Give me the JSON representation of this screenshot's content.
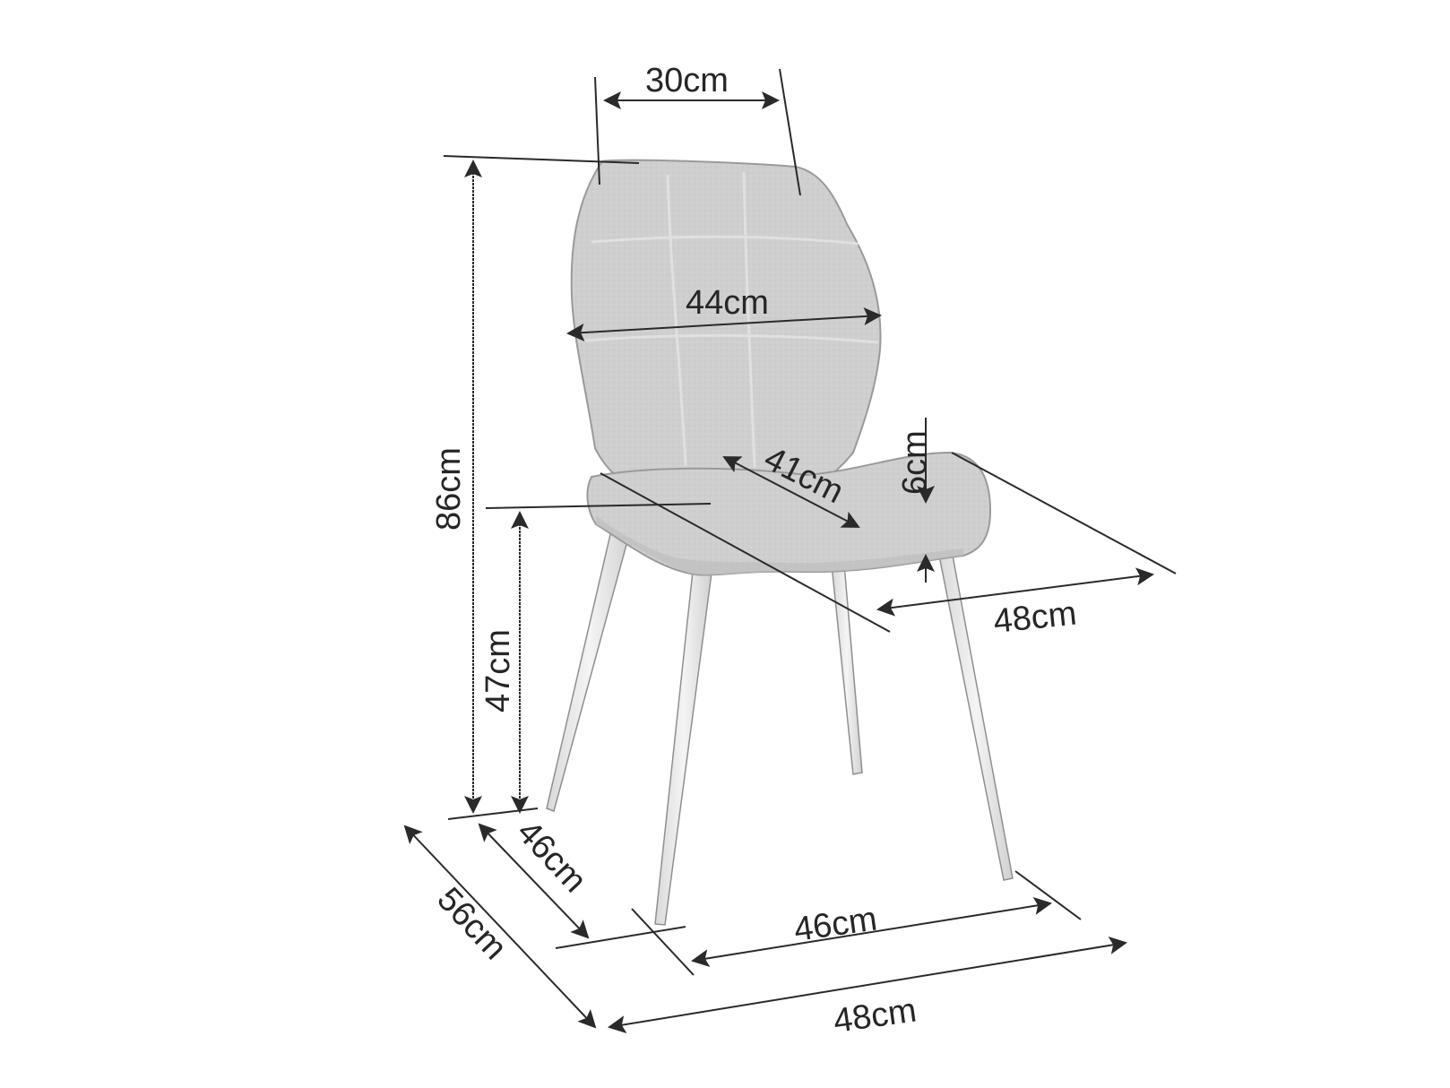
{
  "diagram": {
    "subject": "Upholstered dining chair with four tapered legs",
    "colors": {
      "background": "#ffffff",
      "upholstery": "#cfcfcf",
      "upholstery_shadow": "#bdbdbd",
      "outline": "#9a9a9a",
      "leg": "#ececec",
      "leg_outline": "#8f8f8f",
      "dimension_line": "#2a2a2a",
      "label": "#262626"
    },
    "dimensions": {
      "backrest_top_width": "30cm",
      "backrest_width": "44cm",
      "seat_depth": "41cm",
      "seat_thickness": "6cm",
      "seat_width": "48cm",
      "total_height": "86cm",
      "seat_height": "47cm",
      "leg_span_depth": "46cm",
      "overall_depth": "56cm",
      "leg_span_width": "46cm",
      "overall_width": "48cm"
    }
  }
}
